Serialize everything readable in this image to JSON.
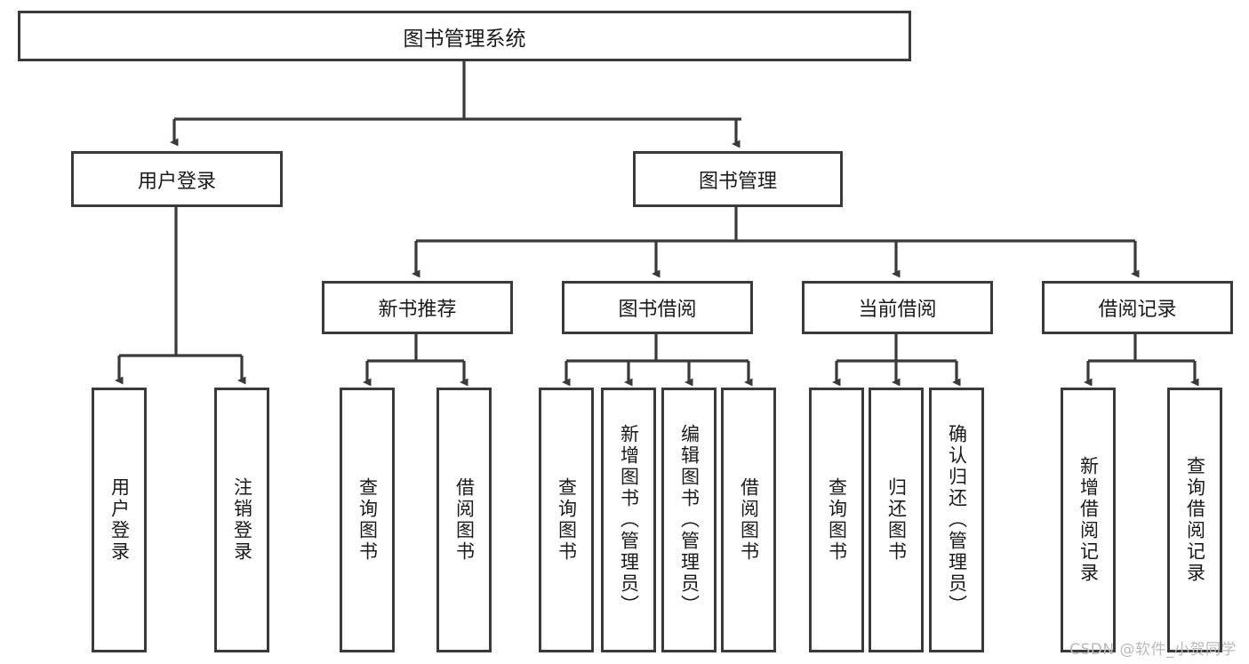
{
  "diagram": {
    "kind": "tree-hierarchy-chart",
    "title": "图书管理系统",
    "stroke_color": "#3a3a3a",
    "fill_color": "#ffffff",
    "text_color": "#1a1a1a",
    "nodes": {
      "root": {
        "label": "图书管理系统"
      },
      "user_login": {
        "label": "用户登录"
      },
      "book_manage": {
        "label": "图书管理"
      },
      "new_book_rec": {
        "label": "新书推荐"
      },
      "book_borrow": {
        "label": "图书借阅"
      },
      "current_borrow": {
        "label": "当前借阅"
      },
      "borrow_record": {
        "label": "借阅记录"
      },
      "leaf_user_login": {
        "label": "用户登录"
      },
      "leaf_logout": {
        "label": "注销登录"
      },
      "leaf_query_book_1": {
        "label": "查询图书"
      },
      "leaf_borrow_book_1": {
        "label": "借阅图书"
      },
      "leaf_query_book_2": {
        "label": "查询图书"
      },
      "leaf_add_book": {
        "label": "新增图书（管理员）"
      },
      "leaf_edit_book": {
        "label": "编辑图书（管理员）"
      },
      "leaf_borrow_book_2": {
        "label": "借阅图书"
      },
      "leaf_query_book_3": {
        "label": "查询图书"
      },
      "leaf_return_book": {
        "label": "归还图书"
      },
      "leaf_confirm_return": {
        "label": "确认归还（管理员）"
      },
      "leaf_add_record": {
        "label": "新增借阅记录"
      },
      "leaf_query_record": {
        "label": "查询借阅记录"
      }
    }
  },
  "watermark": {
    "text": "CSDN @软件_小贺同学"
  }
}
